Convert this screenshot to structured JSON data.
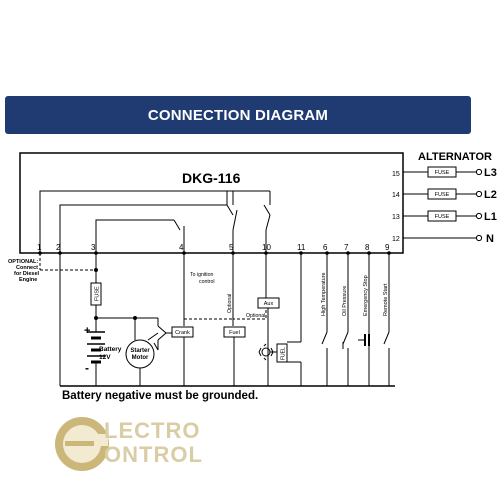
{
  "banner": {
    "title": "CONNECTION DIAGRAM"
  },
  "device": {
    "model": "DKG-116"
  },
  "alternator": {
    "title": "ALTERNATOR"
  },
  "terminals": {
    "left": [
      "1",
      "2",
      "3",
      "4",
      "5",
      "10",
      "11",
      "6",
      "7",
      "8",
      "9"
    ],
    "right": [
      "15",
      "14",
      "13",
      "12"
    ]
  },
  "phases": [
    {
      "fuse": "FUSE",
      "label": "L3"
    },
    {
      "fuse": "FUSE",
      "label": "L2"
    },
    {
      "fuse": "FUSE",
      "label": "L1"
    },
    {
      "fuse": "",
      "label": "N"
    }
  ],
  "optional_note": [
    "OPTIONAL:",
    "Connect",
    "for Diesel",
    "Engine"
  ],
  "labels": {
    "ignition": [
      "To ignition",
      "control"
    ],
    "optional_vertical": "Optional",
    "optional_horizontal": "Optional",
    "aux": "Aux",
    "fuel": "Fuel",
    "crank": "Crank",
    "fuse": "FUSE",
    "battery": [
      "Battery",
      "12V"
    ],
    "starter": [
      "Starter",
      "Motor"
    ],
    "fuel_solenoid": "FUEL",
    "plus": "+",
    "minus": "-"
  },
  "inputs": [
    "High Temperature",
    "Oil Pressure",
    "Emergency Stop",
    "Remote Start"
  ],
  "ground_note": "Battery negative must be grounded.",
  "logo": {
    "line1": "LECTRO",
    "line2": "ONTROL"
  }
}
